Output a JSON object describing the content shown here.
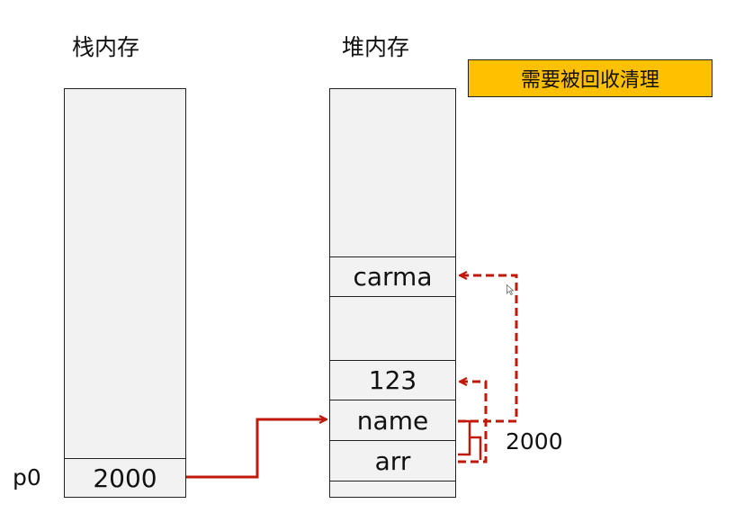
{
  "stack": {
    "title": "栈内存",
    "variable_label": "p0",
    "cell_value": "2000"
  },
  "heap": {
    "title": "堆内存",
    "cells": {
      "carma": "carma",
      "value_123": "123",
      "name": "name",
      "arr": "arr"
    },
    "address_label": "2000"
  },
  "gc_badge": {
    "text": "需要被回收清理",
    "color": "#ffc000"
  },
  "colors": {
    "arrow": "#c0190a",
    "column_fill": "#f2f2f2",
    "border": "#222222"
  }
}
